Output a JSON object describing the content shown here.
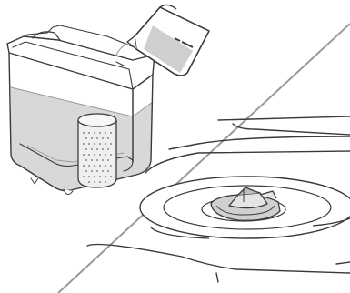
{
  "illustration": {
    "subject": "water-tank-refill-instruction",
    "panels": [
      "tank-with-filter-being-filled",
      "tank-base-valve"
    ],
    "colors": {
      "line": "#3a3a3a",
      "water": "#d8d8d8",
      "water_light": "#e9e9e9",
      "divider": "#9a9a9a",
      "fill_white": "#ffffff"
    }
  }
}
